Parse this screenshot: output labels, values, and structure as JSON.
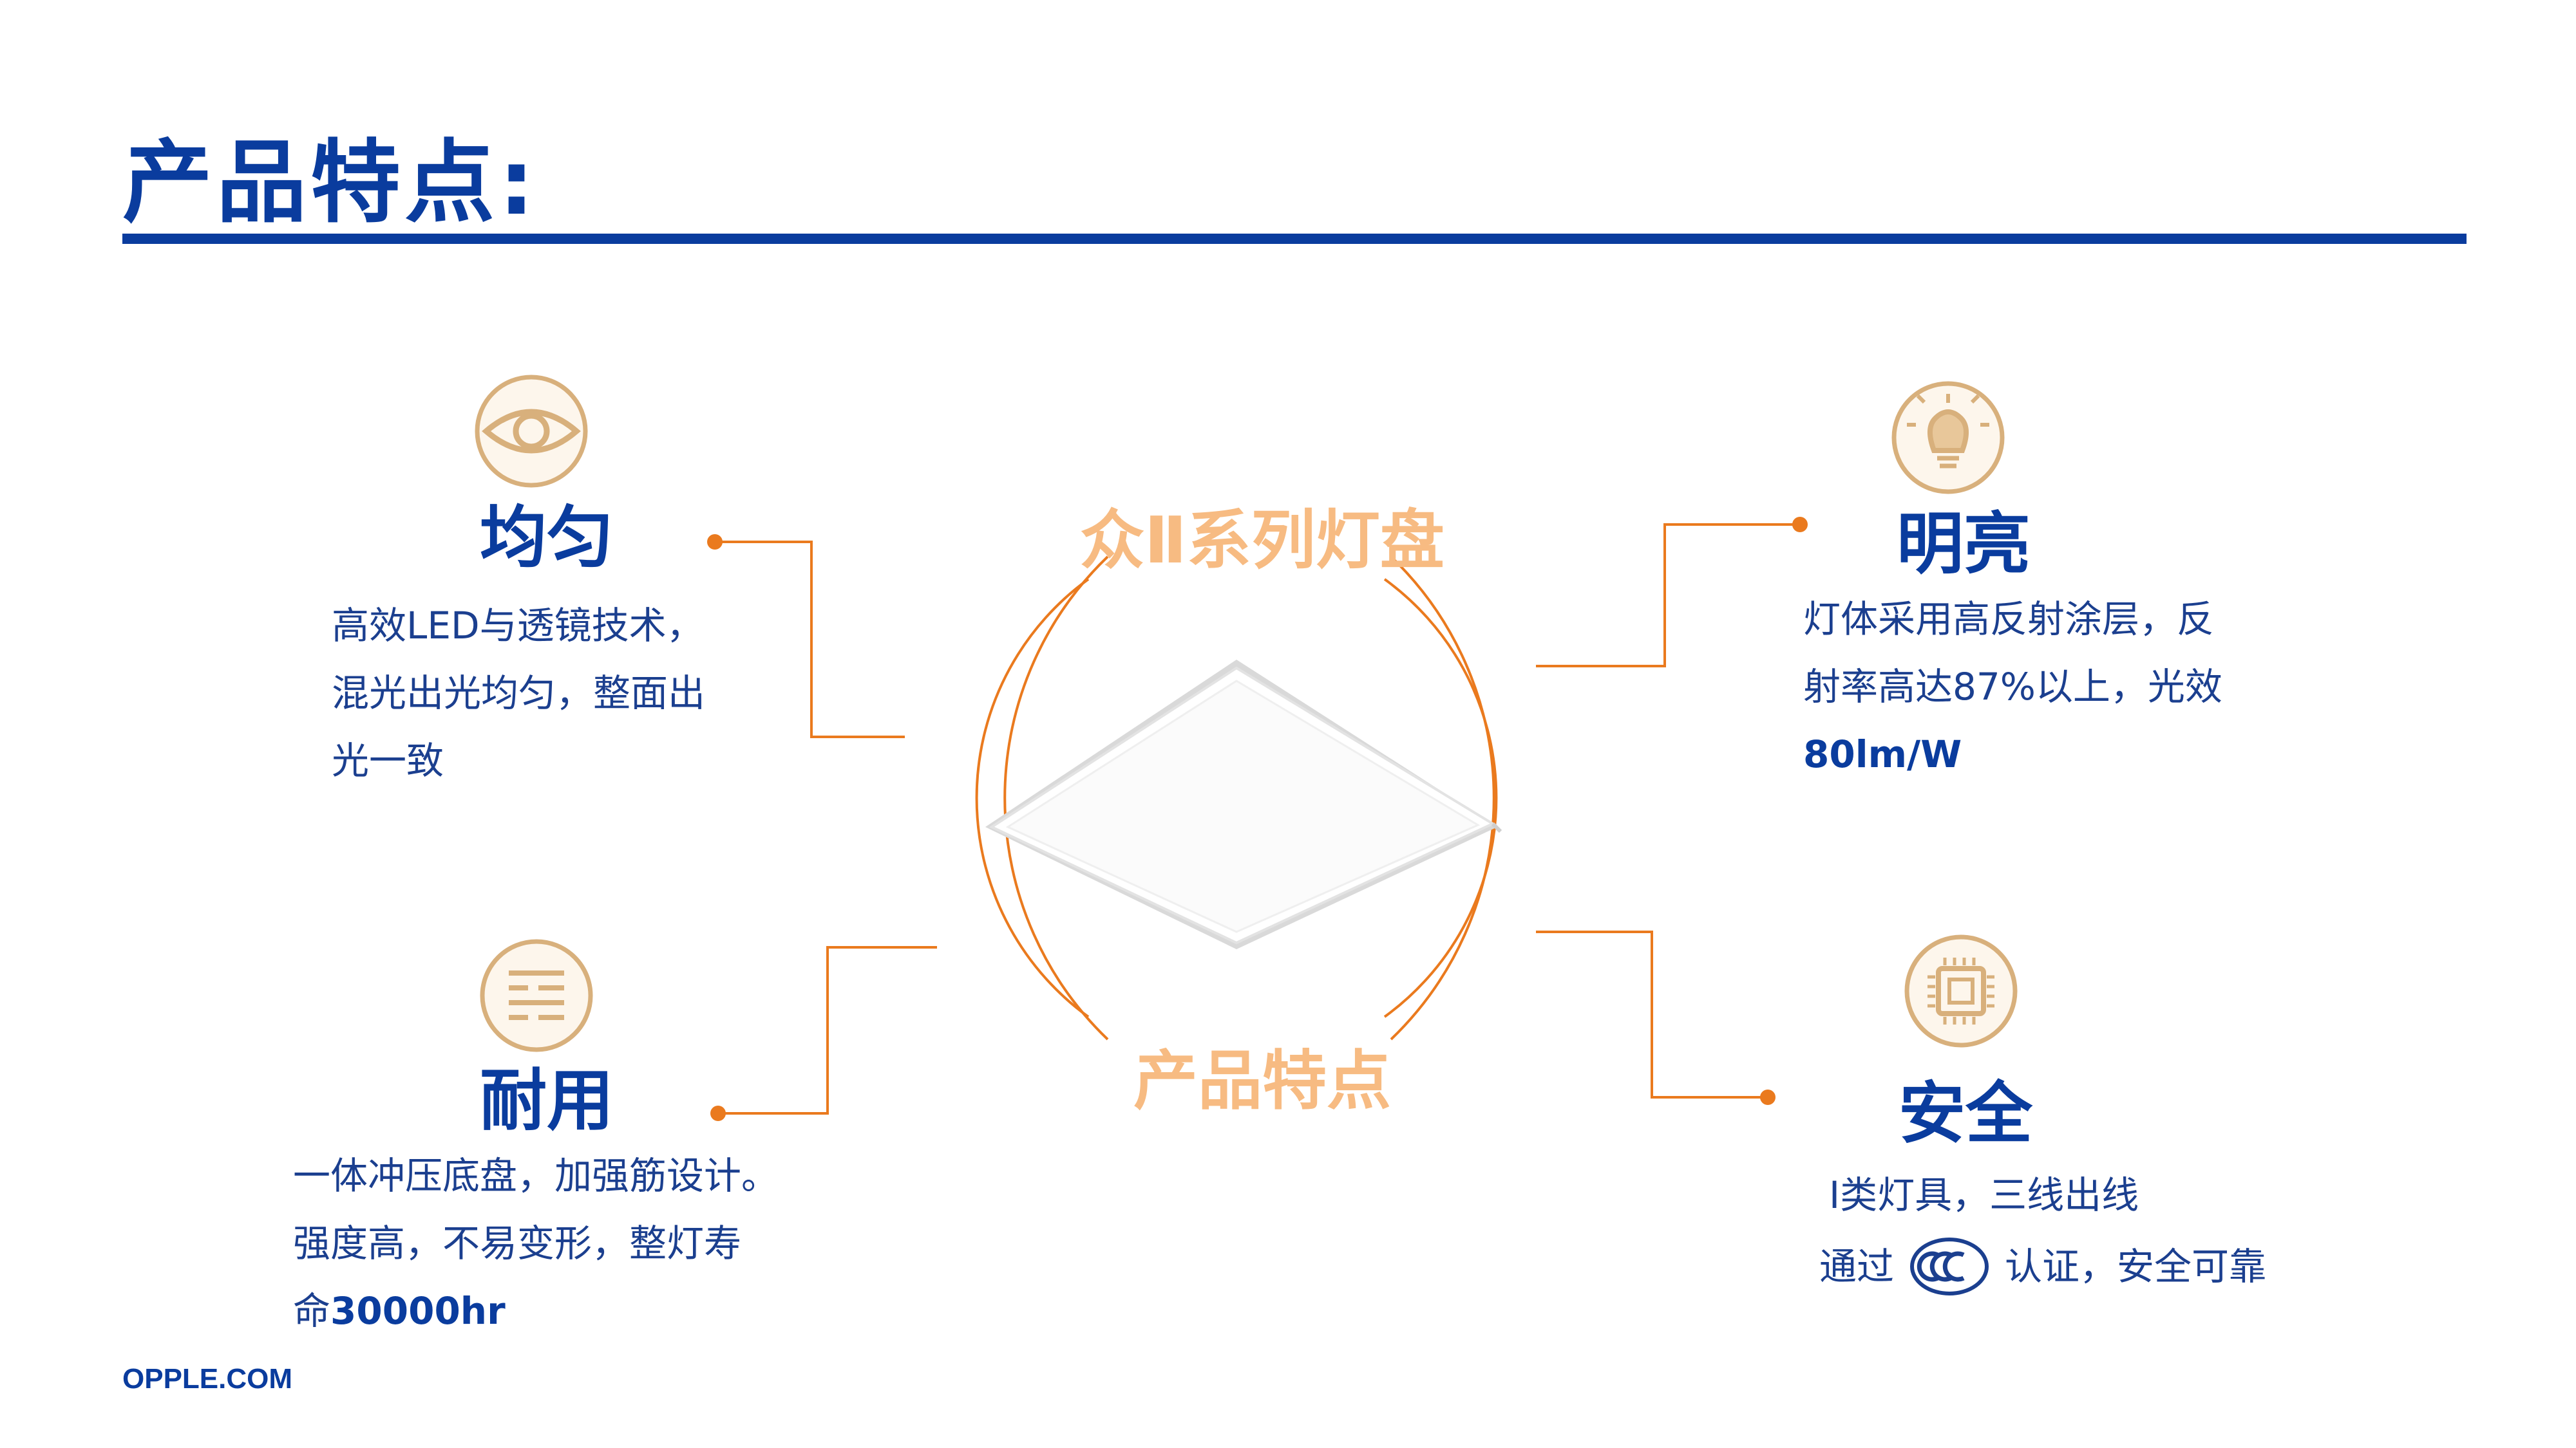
{
  "page": {
    "title": "产品特点:",
    "footer": "OPPLE.COM"
  },
  "center": {
    "top_label": "众Ⅱ系列灯盘",
    "bottom_label": "产品特点"
  },
  "features": {
    "uniform": {
      "icon": "eye-icon",
      "title": "均匀",
      "lines": [
        "高效LED与透镜技术，",
        "混光出光均匀，整面出",
        "光一致"
      ]
    },
    "bright": {
      "icon": "lightbulb-icon",
      "title": "明亮",
      "lines": [
        "灯体采用高反射涂层，反",
        "射率高达87%以上，光效"
      ],
      "emphasis": "80lm/W"
    },
    "durable": {
      "icon": "layers-icon",
      "title": "耐用",
      "lines": [
        "一体冲压底盘，加强筋设计。",
        "强度高，不易变形，整灯寿"
      ],
      "last_prefix": "命",
      "emphasis": "30000hr"
    },
    "safe": {
      "icon": "chip-icon",
      "title": "安全",
      "line1": "Ⅰ类灯具，三线出线",
      "line2_prefix": "通过",
      "line2_suffix": "认证，安全可靠",
      "cert_icon": "ccc-certification-icon"
    }
  },
  "colors": {
    "brand_blue": "#0a3c9e",
    "accent_orange": "#ea7a1e",
    "ring_text_orange": "#f7bb82",
    "icon_gold": "#d8b07c"
  }
}
